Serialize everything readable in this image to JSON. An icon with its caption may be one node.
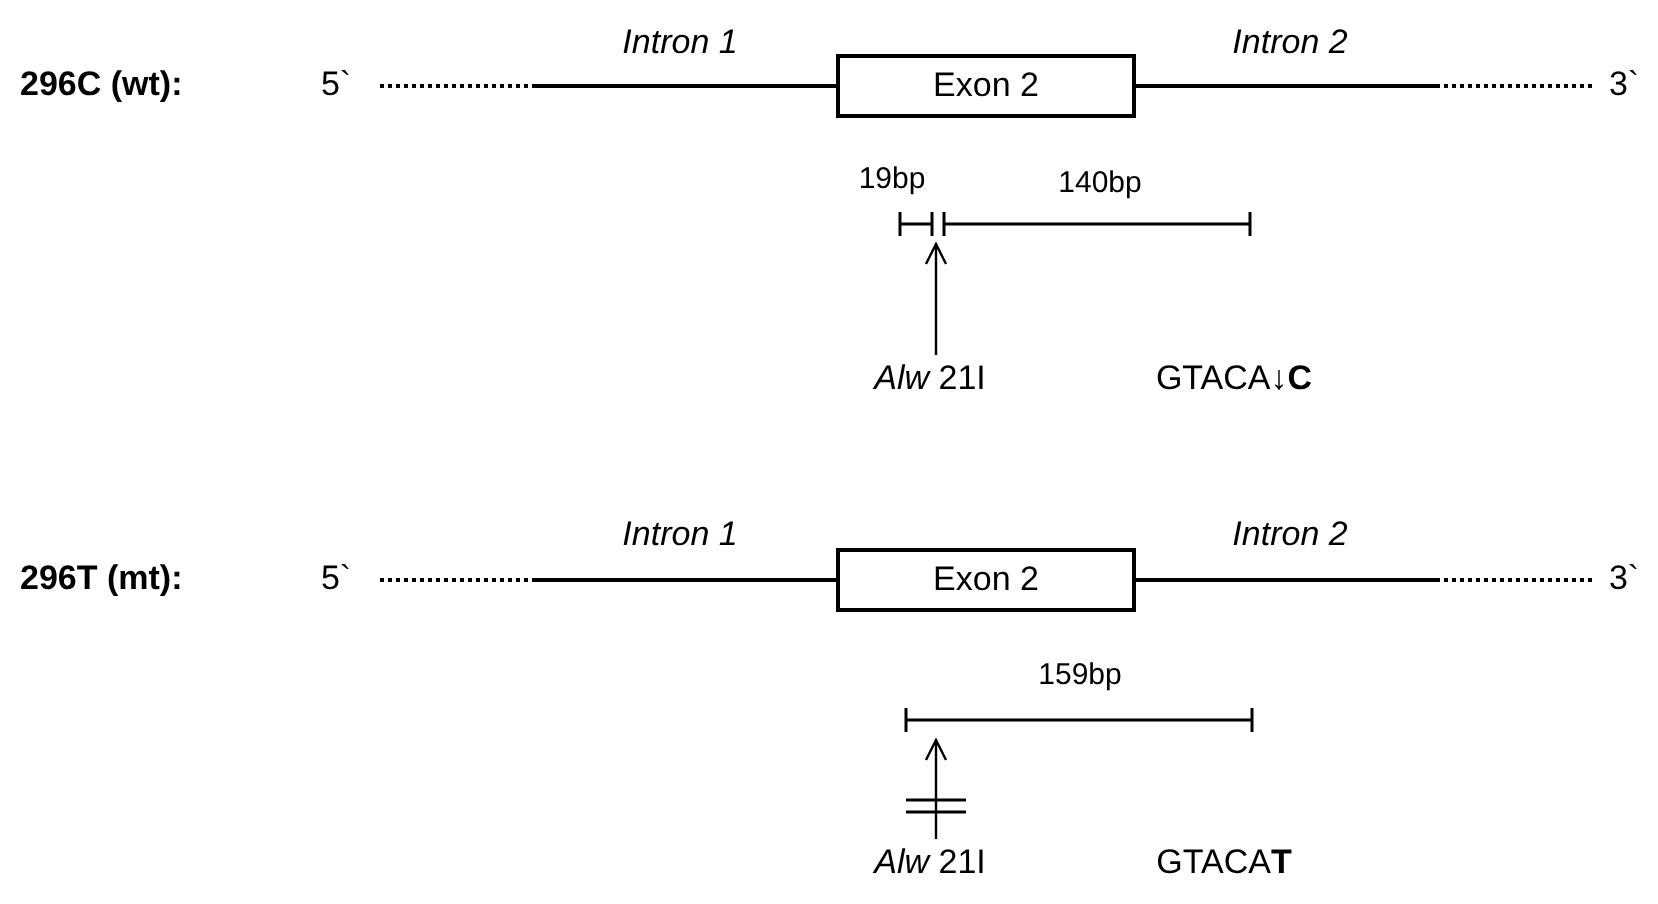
{
  "diagram": {
    "nodes": [
      {
        "text": [
          "Exon 2"
        ]
      },
      {
        "text": [
          "*Alw* 21I"
        ]
      },
      {
        "text": [
          "Exon 2"
        ]
      },
      {
        "text": [
          "*Alw* 21I"
        ]
      }
    ],
    "edges": [
      {
        "from": 1,
        "to": null,
        "arrow": "to"
      },
      {
        "from": 3,
        "to": null,
        "arrow": "to"
      }
    ],
    "labels": [
      "296C (wt):",
      "5`",
      "Intron 1",
      "Intron 2",
      "3`",
      "19bp",
      "140bp",
      "GTACA↓**C**",
      "296T (mt):",
      "5`",
      "Intron 1",
      "Intron 2",
      "3`",
      "159bp",
      "GTACA**T**"
    ]
  }
}
